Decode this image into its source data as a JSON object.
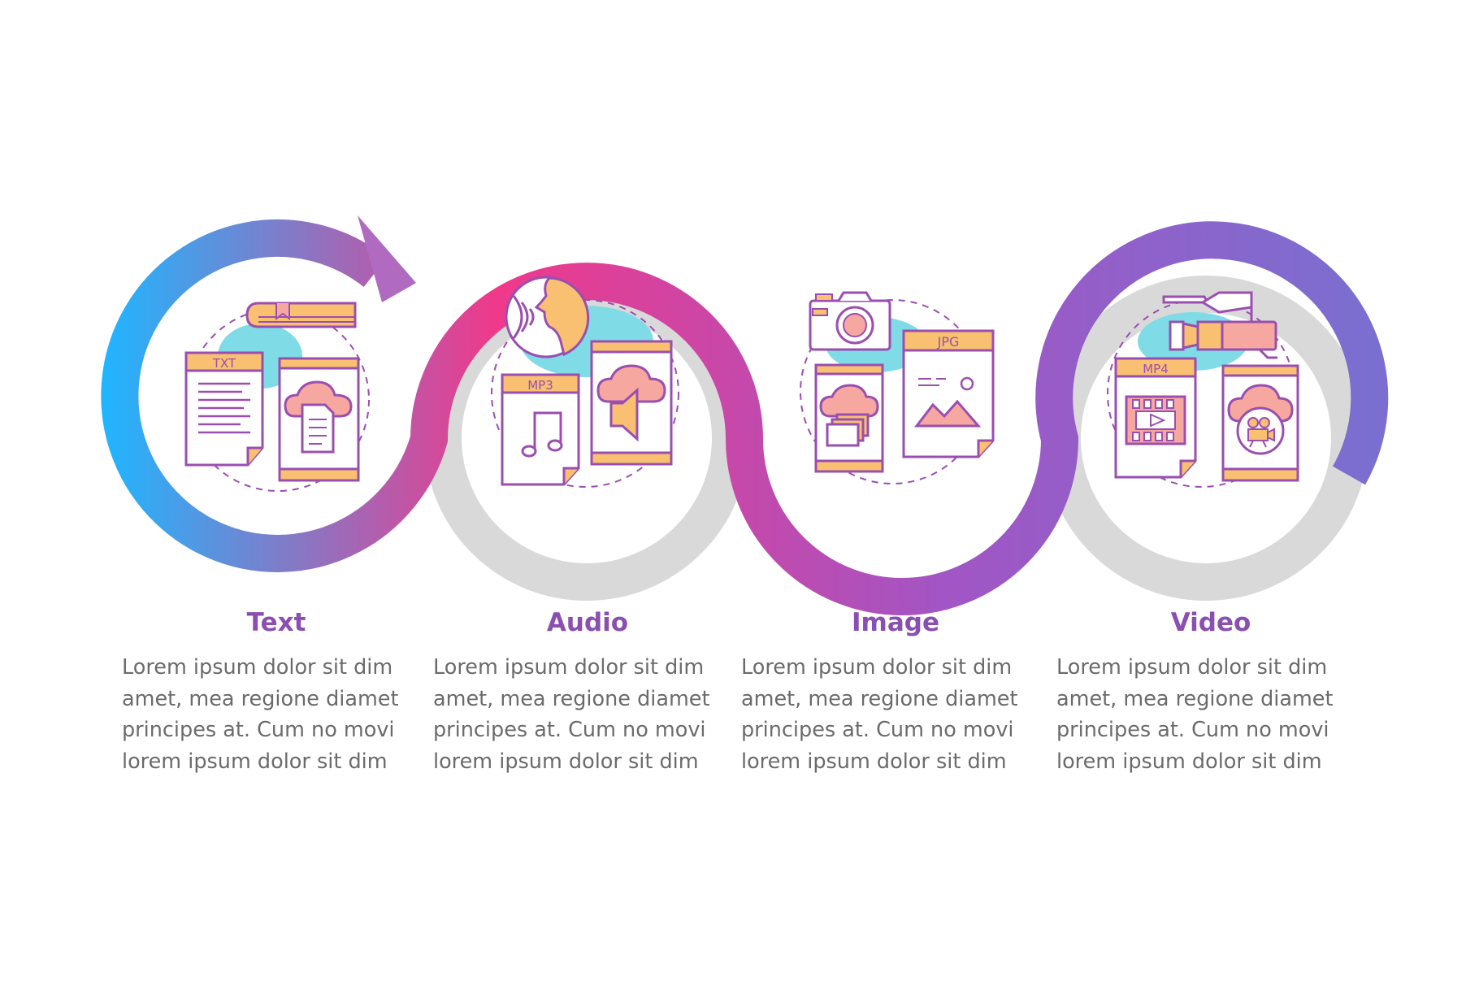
{
  "colors": {
    "gradient_start": "#1fb6ff",
    "gradient_mid": "#f0398a",
    "gradient_purple": "#a255c4",
    "gradient_end": "#7a6fd0",
    "gray_ring": "#d9d9d9",
    "title": "#8a4fb0",
    "body_text": "#6b6b6b",
    "icon_outline": "#9a4fb0",
    "icon_orange": "#f8c070",
    "icon_pink": "#f6a8a0",
    "icon_cyan": "#7fdbe6"
  },
  "steps": [
    {
      "title": "Text",
      "lines": [
        "Lorem ipsum dolor sit dim",
        "amet, mea regione diamet",
        "principes at. Cum no movi",
        "lorem ipsum dolor sit dim"
      ],
      "file_label": "TXT",
      "icons": [
        "book-icon",
        "txt-file-icon",
        "cloud-document-tablet-icon"
      ]
    },
    {
      "title": "Audio",
      "lines": [
        "Lorem ipsum dolor sit dim",
        "amet, mea regione diamet",
        "principes at. Cum no movi",
        "lorem ipsum dolor sit dim"
      ],
      "file_label": "MP3",
      "icons": [
        "speaking-head-icon",
        "mp3-file-icon",
        "cloud-speaker-tablet-icon"
      ]
    },
    {
      "title": "Image",
      "lines": [
        "Lorem ipsum dolor sit dim",
        "amet, mea regione diamet",
        "principes at. Cum no movi",
        "lorem ipsum dolor sit dim"
      ],
      "file_label": "JPG",
      "icons": [
        "camera-icon",
        "jpg-file-icon",
        "cloud-gallery-tablet-icon"
      ]
    },
    {
      "title": "Video",
      "lines": [
        "Lorem ipsum dolor sit dim",
        "amet, mea regione diamet",
        "principes at. Cum no movi",
        "lorem ipsum dolor sit dim"
      ],
      "file_label": "MP4",
      "icons": [
        "video-camera-icon",
        "mp4-file-icon",
        "cloud-film-tablet-icon"
      ]
    }
  ]
}
